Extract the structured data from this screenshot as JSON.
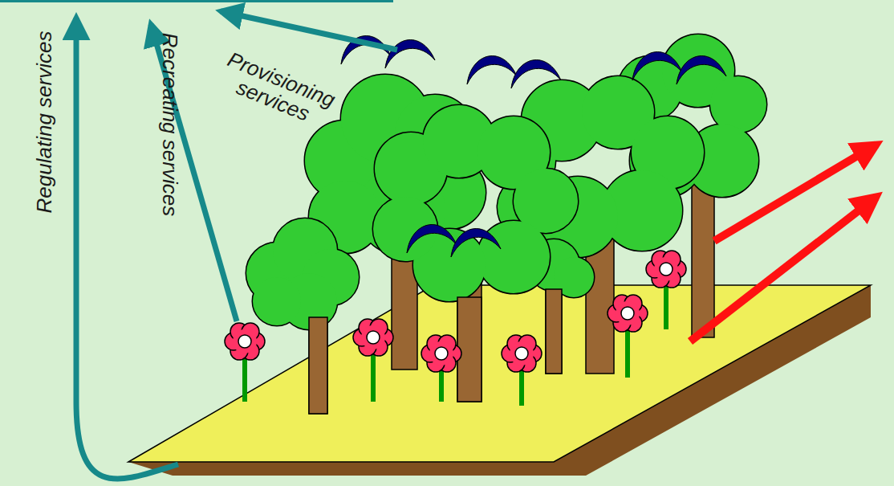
{
  "diagram": {
    "labels": [
      "Regulating services",
      "Recreating services",
      "Provisioning services"
    ]
  }
}
